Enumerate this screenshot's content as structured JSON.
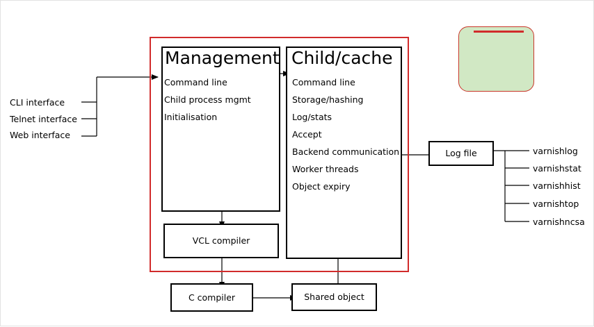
{
  "inputs": [
    "CLI interface",
    "Telnet interface",
    "Web interface"
  ],
  "management": {
    "title": "Management",
    "items": [
      "Command line",
      "Child process mgmt",
      "Initialisation"
    ]
  },
  "child": {
    "title": "Child/cache",
    "items": [
      "Command line",
      "Storage/hashing",
      "Log/stats",
      "Accept",
      "Backend communication",
      "Worker threads",
      "Object expiry"
    ]
  },
  "vcl_compiler": "VCL compiler",
  "c_compiler": "C compiler",
  "shared_object": "Shared object",
  "log_file": "Log file",
  "tools": [
    "varnishlog",
    "varnishstat",
    "varnishhist",
    "varnishtop",
    "varnishncsa"
  ],
  "colors": {
    "frame": "#d12b2b",
    "legend_fill": "#d1e8c4",
    "stroke": "#000000"
  }
}
